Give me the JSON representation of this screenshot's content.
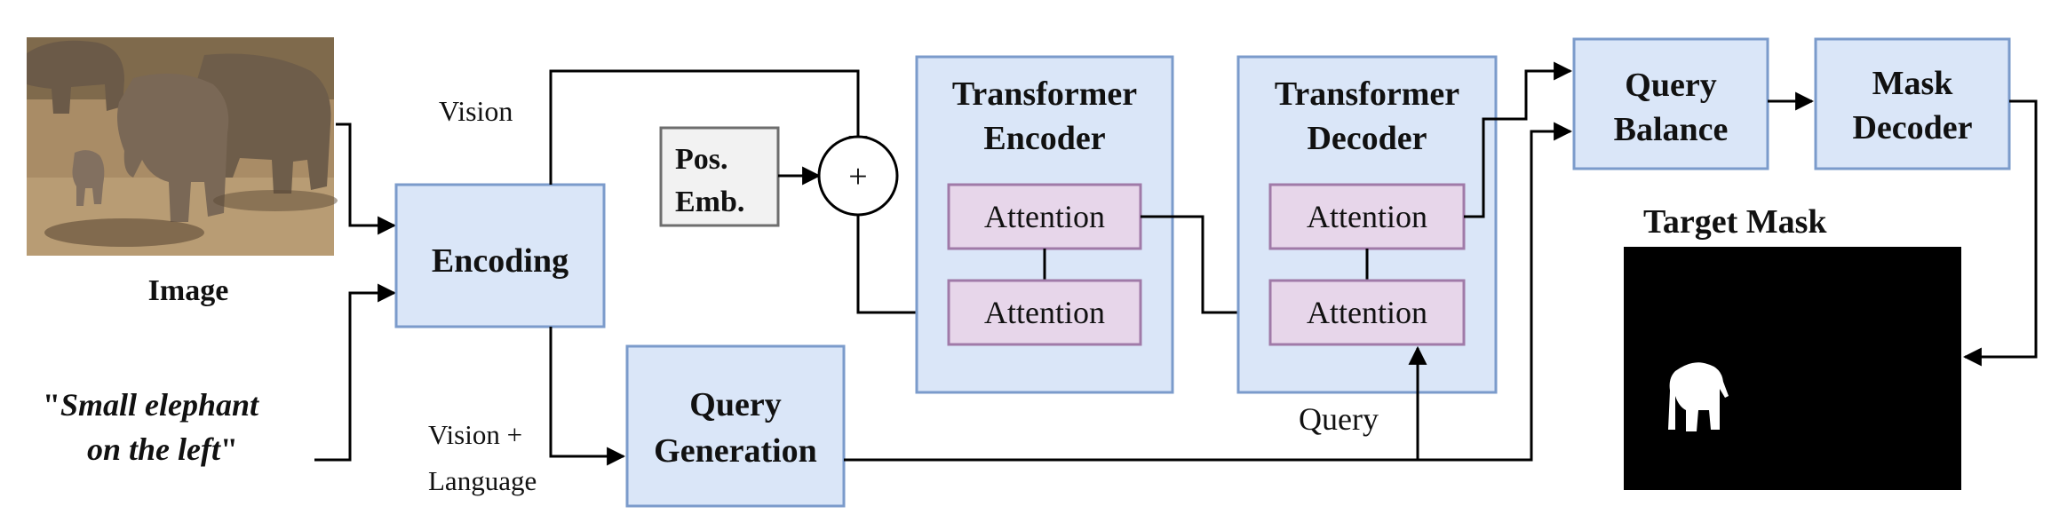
{
  "image_caption": "Image",
  "text_input": {
    "line1": "Small elephant",
    "line2": "on the left",
    "quote_open": "\"",
    "quote_close": "\""
  },
  "labels": {
    "vision": "Vision",
    "vision_language_1": "Vision +",
    "vision_language_2": "Language",
    "query": "Query",
    "plus": "+"
  },
  "blocks": {
    "encoding": "Encoding",
    "pos_emb_1": "Pos.",
    "pos_emb_2": "Emb.",
    "query_generation_1": "Query",
    "query_generation_2": "Generation",
    "encoder_title_1": "Transformer",
    "encoder_title_2": "Encoder",
    "decoder_title_1": "Transformer",
    "decoder_title_2": "Decoder",
    "attention": "Attention",
    "query_balance_1": "Query",
    "query_balance_2": "Balance",
    "mask_decoder_1": "Mask",
    "mask_decoder_2": "Decoder"
  },
  "target_mask_title": "Target Mask",
  "colors": {
    "block_fill": "#dae6f8",
    "block_stroke": "#7b9bcb",
    "attention_fill": "#e7d6ea",
    "attention_stroke": "#a07aa8",
    "mask_background": "#000000",
    "mask_foreground": "#ffffff"
  }
}
